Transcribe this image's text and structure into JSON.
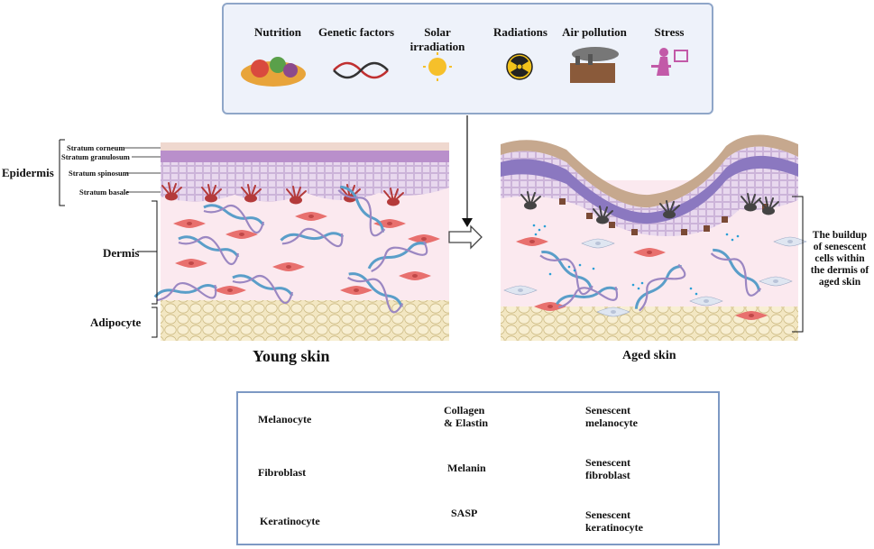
{
  "factors": {
    "nutrition": "Nutrition",
    "genetic": "Genetic factors",
    "solar": "Solar irradiation",
    "radiations": "Radiations",
    "air": "Air pollution",
    "stress": "Stress"
  },
  "layers": {
    "corneum": "Stratum corneum",
    "granulosum": "Stratum granulosum",
    "spinosum": "Stratum spinosum",
    "basale": "Stratum basale"
  },
  "regions": {
    "epidermis": "Epidermis",
    "dermis": "Dermis",
    "adipocyte": "Adipocyte"
  },
  "captions": {
    "young": "Young skin",
    "aged": "Aged skin",
    "buildup": "The buildup of senescent cells within the dermis of aged skin"
  },
  "legend": {
    "melanocyte": "Melanocyte",
    "fibroblast": "Fibroblast",
    "keratinocyte": "Keratinocyte",
    "collagen": "Collagen & Elastin",
    "melanin": "Melanin",
    "sasp": "SASP",
    "sen_melanocyte": "Senescent melanocyte",
    "sen_fibroblast": "Senescent fibroblast",
    "sen_keratinocyte": "Senescent keratinocyte"
  },
  "colors": {
    "box_border": "#8fa6c8",
    "box_fill": "#eef2fa",
    "dermis": "#fbe9ef",
    "epidermis_purple": "#c9a9d6",
    "fibroblast": "#e8706e",
    "collagen_blue": "#5a9ec9",
    "collagen_purple": "#9b87c2",
    "melanin": "#2e7d4f",
    "sasp": "#2a9fd6",
    "melanocyte": "#b43a3a",
    "sen_melanocyte": "#4a4a4a",
    "sen_keratinocyte": "#7a4a35",
    "fat": "#f3e7c2"
  }
}
